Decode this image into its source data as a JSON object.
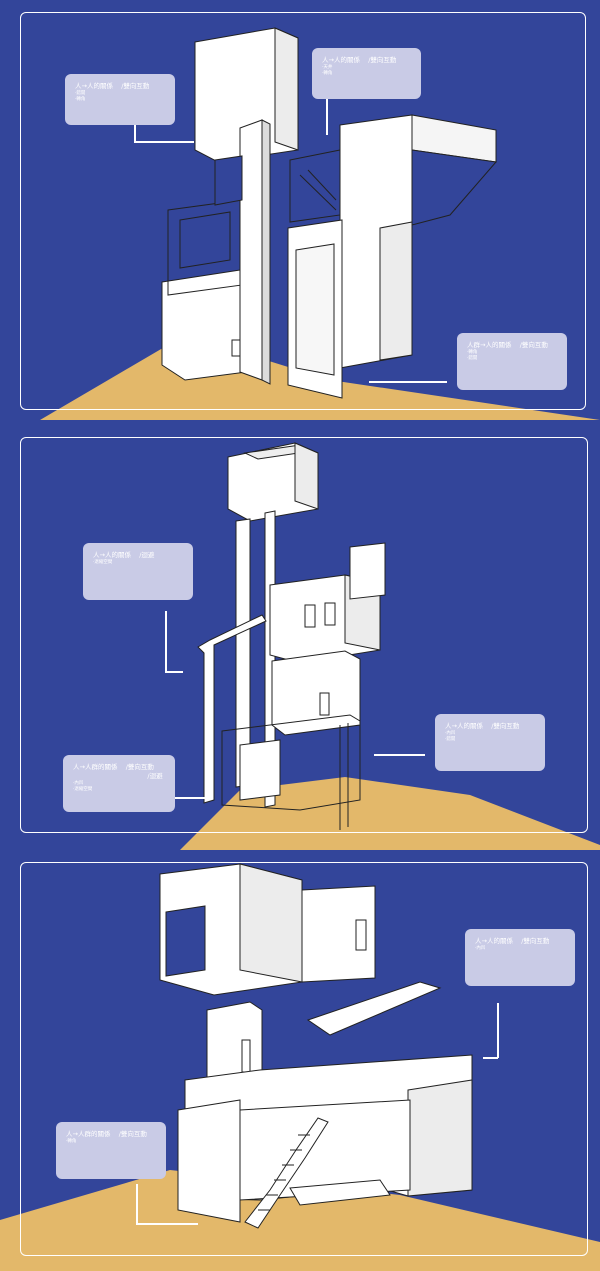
{
  "colors": {
    "background": "#33459a",
    "ground": "#e3b86a",
    "label_box": "#c9cbe6",
    "line": "#ffffff"
  },
  "panels": [
    {
      "labels": [
        {
          "title": "人→人的關係    /雙向互動",
          "items": [
            "‧錯開",
            "‧轉角"
          ]
        },
        {
          "title": "人→人的關係    /雙向互動",
          "items": [
            "‧天井",
            "‧轉角"
          ]
        },
        {
          "title": "人群→人的關係    /雙向互動",
          "items": [
            "‧轉角",
            "‧錯開"
          ]
        }
      ]
    },
    {
      "labels": [
        {
          "title": "人→人的關係    /迴避",
          "items": [
            "‧退縮空間"
          ]
        },
        {
          "title": "人→人群的關係    /雙向互動\n                                    /迴避",
          "items": [
            "‧內凹",
            "‧退縮空間"
          ]
        },
        {
          "title": "人→人的關係    /雙向互動",
          "items": [
            "‧內凹",
            "‧錯開"
          ]
        }
      ]
    },
    {
      "labels": [
        {
          "title": "人→人的關係    /雙向互動",
          "items": [
            "‧內凹"
          ]
        },
        {
          "title": "人→人群的關係    /雙向互動",
          "items": [
            "‧轉角"
          ]
        }
      ]
    }
  ]
}
